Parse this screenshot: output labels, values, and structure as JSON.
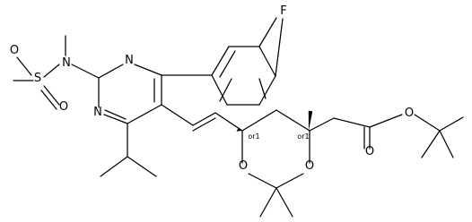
{
  "atom_labels": {
    "fluorine": "F",
    "sulfonyl_sulfur": "S",
    "sulfonyl_oxygen_1": "O",
    "sulfonyl_oxygen_2": "O",
    "sulfonamide_nitrogen": "N",
    "ring_nitrogen_1": "N",
    "ring_nitrogen_2": "N",
    "dioxane_oxygen_1": "O",
    "dioxane_oxygen_2": "O",
    "ester_carbonyl_oxygen": "O",
    "ester_alkoxy_oxygen": "O"
  },
  "stereo_labels": {
    "left_stereocenter": "or1",
    "right_stereocenter": "or1"
  }
}
